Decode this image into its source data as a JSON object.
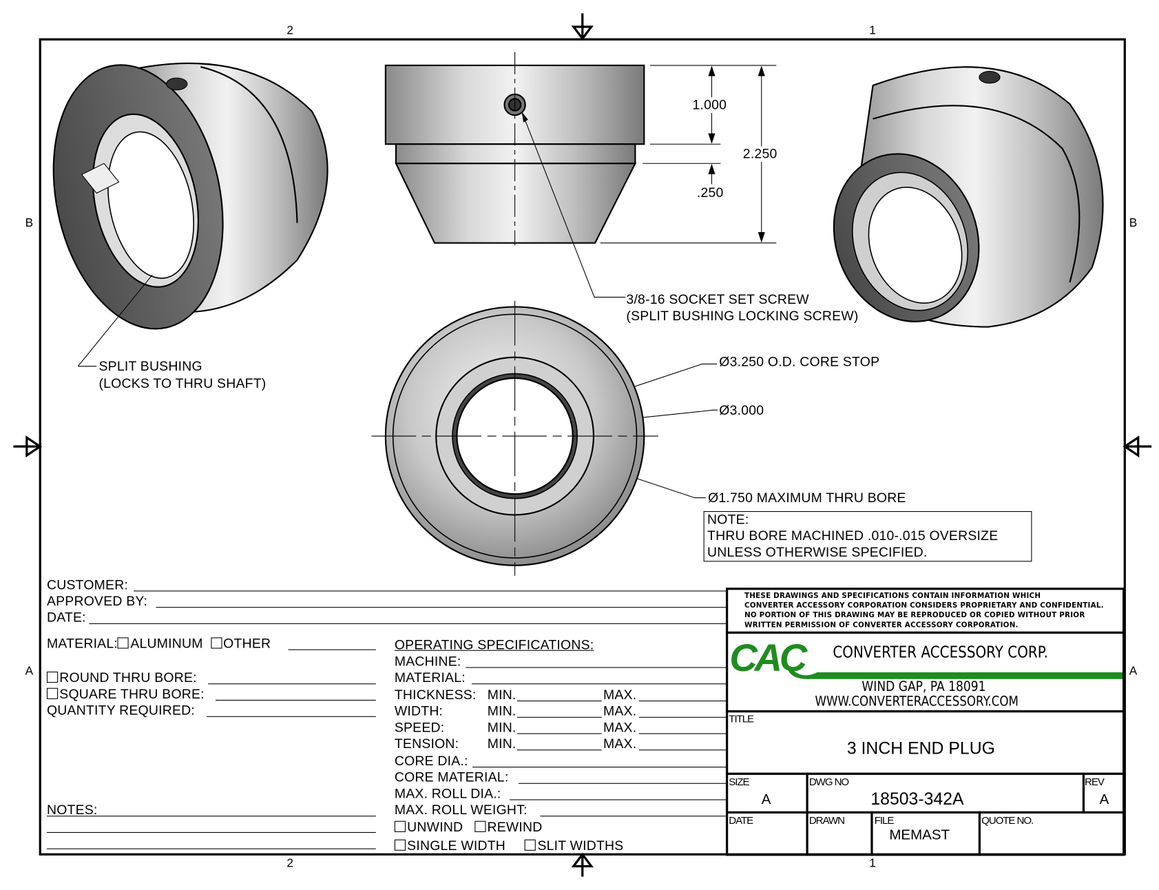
{
  "zones": {
    "top_left": "2",
    "top_right": "1",
    "bottom_left": "2",
    "bottom_right": "1",
    "left_b": "B",
    "right_b": "B",
    "left_a": "A",
    "right_a": "A"
  },
  "dimensions": {
    "d1": "1.000",
    "d2": "2.250",
    "d3": ".250"
  },
  "callouts": {
    "set_screw_1": "3/8-16 SOCKET SET SCREW",
    "set_screw_2": "(SPLIT BUSHING LOCKING SCREW)",
    "split_bushing_1": "SPLIT BUSHING",
    "split_bushing_2": "(LOCKS TO THRU SHAFT)",
    "core_stop": "Ø3.250 O.D. CORE STOP",
    "dia_3000": "Ø3.000",
    "bore": "Ø1.750 MAXIMUM THRU BORE"
  },
  "note": {
    "label": "NOTE:",
    "line1": "THRU BORE MACHINED .010-.015 OVERSIZE",
    "line2": "UNLESS OTHERWISE SPECIFIED."
  },
  "form": {
    "customer": "CUSTOMER:",
    "approved_by": "APPROVED BY:",
    "date": "DATE:",
    "material": "MATERIAL:",
    "aluminum": "ALUMINUM",
    "other": "OTHER",
    "round_bore": "ROUND THRU BORE:",
    "square_bore": "SQUARE THRU BORE:",
    "quantity": "QUANTITY REQUIRED:",
    "notes": "NOTES:"
  },
  "operating": {
    "heading": "OPERATING SPECIFICATIONS:",
    "machine": "MACHINE:",
    "material": "MATERIAL:",
    "thickness": "THICKNESS:",
    "width": "WIDTH:",
    "speed": "SPEED:",
    "tension": "TENSION:",
    "min": "MIN.",
    "max": "MAX.",
    "core_dia": "CORE DIA.:",
    "core_material": "CORE MATERIAL:",
    "max_roll_dia": "MAX. ROLL DIA.:",
    "max_roll_weight": "MAX. ROLL WEIGHT:",
    "unwind": "UNWIND",
    "rewind": "REWIND",
    "single_width": "SINGLE WIDTH",
    "slit_widths": "SLIT WIDTHS"
  },
  "title_block": {
    "disclaimer": [
      "THESE DRAWINGS AND SPECIFICATIONS CONTAIN INFORMATION WHICH",
      "CONVERTER ACCESSORY CORPORATION CONSIDERS PROPRIETARY AND CONFIDENTIAL.",
      "NO PORTION OF THIS DRAWING MAY BE REPRODUCED OR COPIED WITHOUT PRIOR",
      "WRITTEN PERMISSION OF CONVERTER ACCESSORY CORPORATION."
    ],
    "logo_text": "CAC",
    "company": "CONVERTER ACCESSORY CORP.",
    "address": "WIND GAP, PA 18091",
    "website": "WWW.CONVERTERACCESSORY.COM",
    "title_label": "TITLE",
    "title": "3 INCH END PLUG",
    "size_label": "SIZE",
    "size": "A",
    "dwg_no_label": "DWG NO",
    "dwg_no": "18503-342A",
    "rev_label": "REV",
    "rev": "A",
    "date_label": "DATE",
    "drawn_label": "DRAWN",
    "file_label": "FILE",
    "file": "MEMAST",
    "quote_label": "QUOTE NO.",
    "brand_color": "#1e8c1e"
  }
}
